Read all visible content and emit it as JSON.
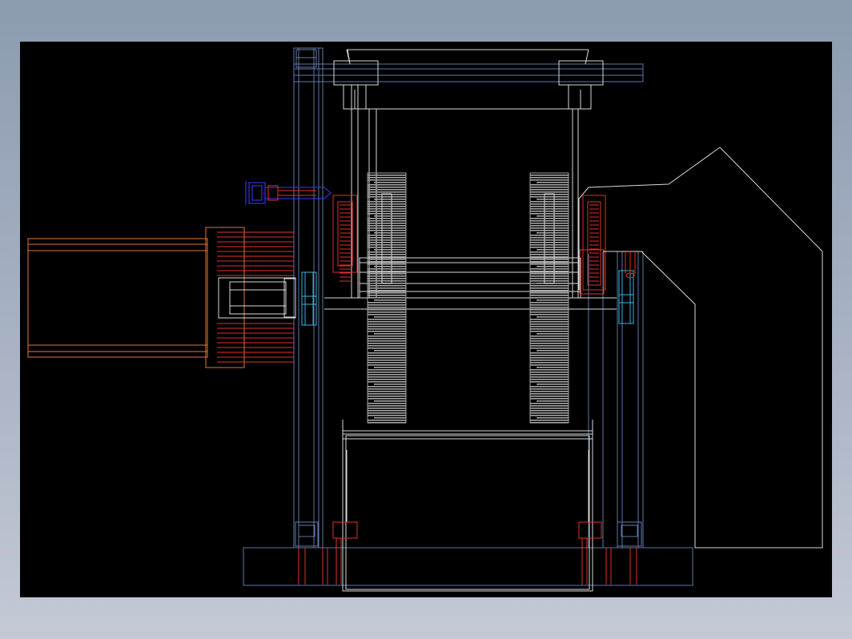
{
  "viewport": {
    "background": "#000000",
    "frame_gradient": [
      "#8c9bb0",
      "#c4c9d5"
    ]
  },
  "layer_colors": {
    "frame": "#5f79a8",
    "structure": "#d9d9d9",
    "red_parts": "#e0302a",
    "orange_parts": "#e0783a",
    "cyan_parts": "#38b4e0",
    "blue_parts": "#3b3bff",
    "roller_fill": "#a5a5a5"
  },
  "components": {
    "base_plate": "base-plate",
    "left_column": "left-frame-column",
    "right_column": "right-frame-column",
    "left_roller": "left-cutter-roller",
    "right_roller": "right-cutter-roller",
    "motor": "drive-motor",
    "housing": "right-side-housing",
    "lower_box": "lower-collection-box",
    "sensor": "proximity-sensor"
  }
}
